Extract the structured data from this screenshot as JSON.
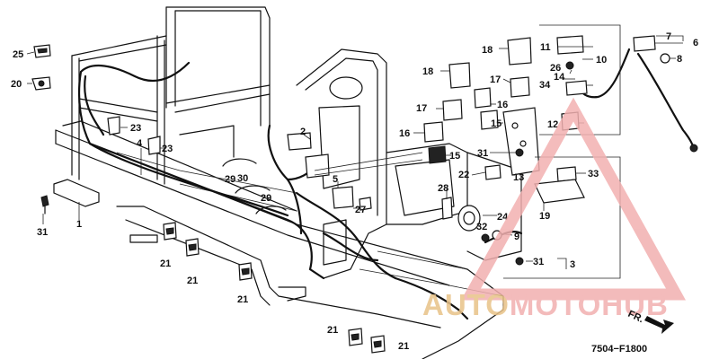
{
  "diagram": {
    "code": "7504−F1800",
    "direction_label": "FR.",
    "labels": [
      "25",
      "20",
      "23",
      "23",
      "4",
      "1",
      "31",
      "21",
      "21",
      "21",
      "29",
      "30",
      "29",
      "2",
      "5",
      "27",
      "28",
      "24",
      "32",
      "9",
      "31",
      "3",
      "21",
      "21",
      "18",
      "17",
      "18",
      "17",
      "16",
      "15",
      "16",
      "15",
      "31",
      "22",
      "11",
      "10",
      "26",
      "14",
      "34",
      "12",
      "7",
      "6",
      "8",
      "13",
      "33",
      "19"
    ]
  },
  "watermark": {
    "text_auto": "AUTO",
    "text_moto": "MOTO",
    "text_hub": "HUB",
    "color_primary": "#f2b0b0",
    "color_accent": "#e8c288"
  }
}
